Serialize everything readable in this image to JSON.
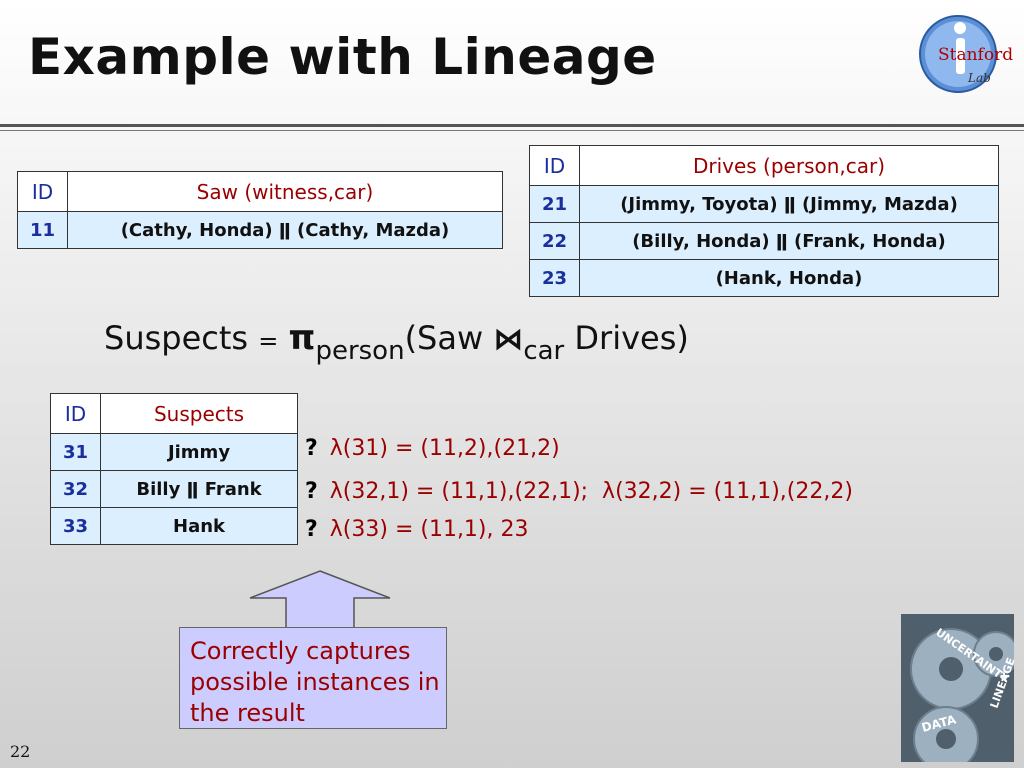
{
  "slide": {
    "title": "Example with Lineage",
    "page_number": "22"
  },
  "logo": {
    "text": "Stanford",
    "sub_text": "Lab"
  },
  "saw_table": {
    "headers": [
      "ID",
      "Saw (witness,car)"
    ],
    "rows": [
      {
        "id": "11",
        "value": "(Cathy, Honda) ǁ (Cathy, Mazda)"
      }
    ]
  },
  "drives_table": {
    "headers": [
      "ID",
      "Drives (person,car)"
    ],
    "rows": [
      {
        "id": "21",
        "value": "(Jimmy, Toyota) ǁ (Jimmy, Mazda)"
      },
      {
        "id": "22",
        "value": "(Billy, Honda) ǁ (Frank, Honda)"
      },
      {
        "id": "23",
        "value": "(Hank, Honda)"
      }
    ]
  },
  "formula": {
    "lhs": "Suspects",
    "eq": "=",
    "pi": "π",
    "pi_sub": "person",
    "open": "(Saw",
    "join": "⋈",
    "join_sub": "car",
    "close": "Drives)"
  },
  "suspects_table": {
    "headers": [
      "ID",
      "Suspects"
    ],
    "rows": [
      {
        "id": "31",
        "value": "Jimmy"
      },
      {
        "id": "32",
        "value": "Billy ǁ Frank"
      },
      {
        "id": "33",
        "value": "Hank"
      }
    ]
  },
  "lineage": [
    {
      "marker": "?",
      "text": "λ(31) = (11,2),(21,2)"
    },
    {
      "marker": "?",
      "text": "λ(32,1) = (11,1),(22,1);  λ(32,2) = (11,1),(22,2)"
    },
    {
      "marker": "?",
      "text": "λ(33) = (11,1), 23"
    }
  ],
  "callout": {
    "text": "Correctly captures\npossible instances in\nthe result"
  },
  "gears_badge": {
    "words": [
      "UNCERTAINTY",
      "LINEAGE",
      "DATA"
    ],
    "colors": {
      "gear": "#8fa3b3",
      "text": "#ffffff"
    }
  },
  "colors": {
    "header_text": "#9b0000",
    "id_text": "#1b2f9c",
    "cell_bg": "#dcefff",
    "callout_bg": "#ccccff"
  }
}
